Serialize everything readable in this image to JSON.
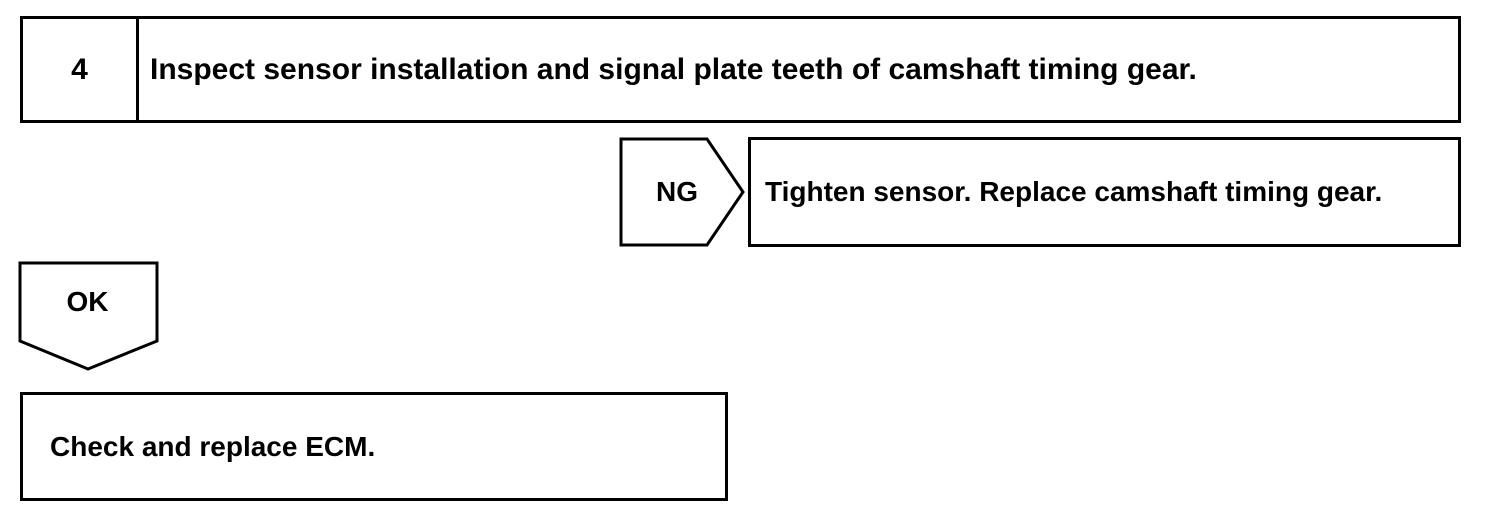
{
  "step": {
    "number": "4",
    "instruction": "Inspect sensor installation and signal plate teeth of camshaft timing gear."
  },
  "ng_branch": {
    "label": "NG",
    "action": "Tighten sensor. Replace camshaft timing gear."
  },
  "ok_branch": {
    "label": "OK",
    "action": "Check and replace ECM."
  }
}
